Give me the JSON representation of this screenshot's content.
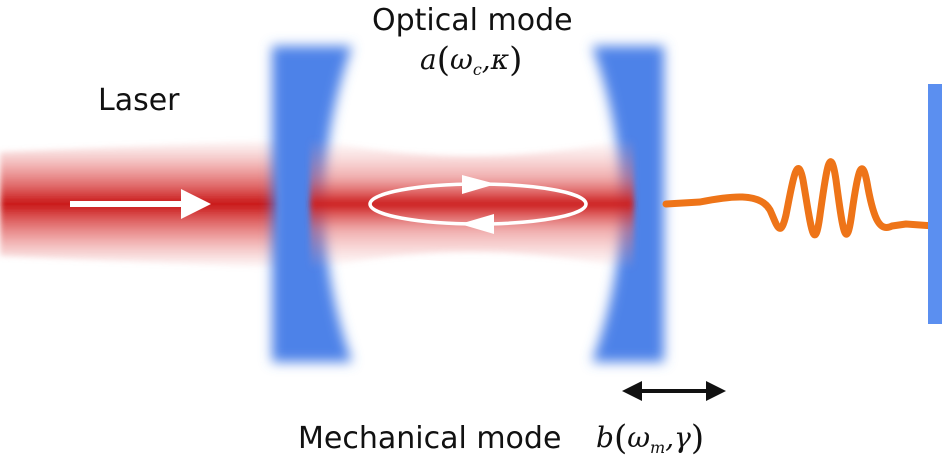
{
  "labels": {
    "laser": "Laser",
    "optical_mode": "Optical mode",
    "mechanical_mode": "Mechanical mode"
  },
  "optical_symbol": {
    "base": "a",
    "open": "(",
    "omega": "ω",
    "omega_sub": "c",
    "separator": ",",
    "param": "κ",
    "close": ")"
  },
  "mechanical_symbol": {
    "base": "b",
    "open": "(",
    "omega": "ω",
    "omega_sub": "m",
    "separator": ",",
    "param": "γ",
    "close": ")"
  },
  "colors": {
    "mirror": "#4d82e8",
    "laser_core": "#cf1a1a",
    "spring": "#ee7418",
    "wall": "#5b8ff0",
    "arrow": "#111111"
  }
}
